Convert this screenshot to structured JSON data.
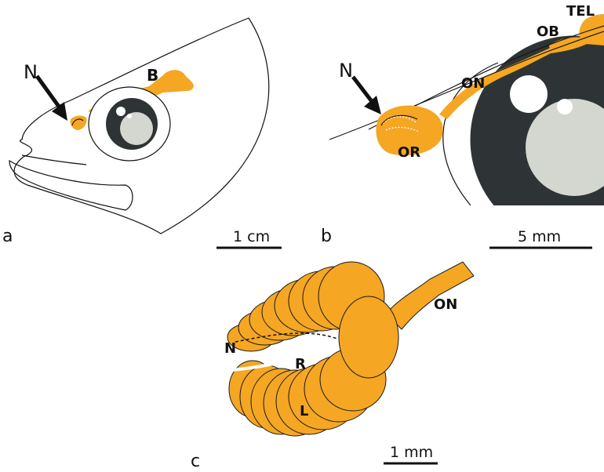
{
  "panels": {
    "a": {
      "letter": "a",
      "labels": {
        "nostril": "N",
        "brain": "B"
      },
      "scale": "1 cm"
    },
    "b": {
      "letter": "b",
      "labels": {
        "nostril": "N",
        "telencephalon": "TEL",
        "olfactory_bulb": "OB",
        "olfactory_nerve": "ON",
        "olfactory_rosette": "OR"
      },
      "scale": "5 mm"
    },
    "c": {
      "letter": "c",
      "labels": {
        "olfactory_nerve": "ON",
        "nostril": "N",
        "raphe": "R",
        "lamella": "L"
      },
      "scale": "1 mm"
    }
  },
  "colors": {
    "tissue": "#F5A623",
    "tissue_outline": "#1a1a1a",
    "eye_dark": "#2E3436",
    "eye_lens": "#D3D7CF",
    "outline": "#111111"
  }
}
